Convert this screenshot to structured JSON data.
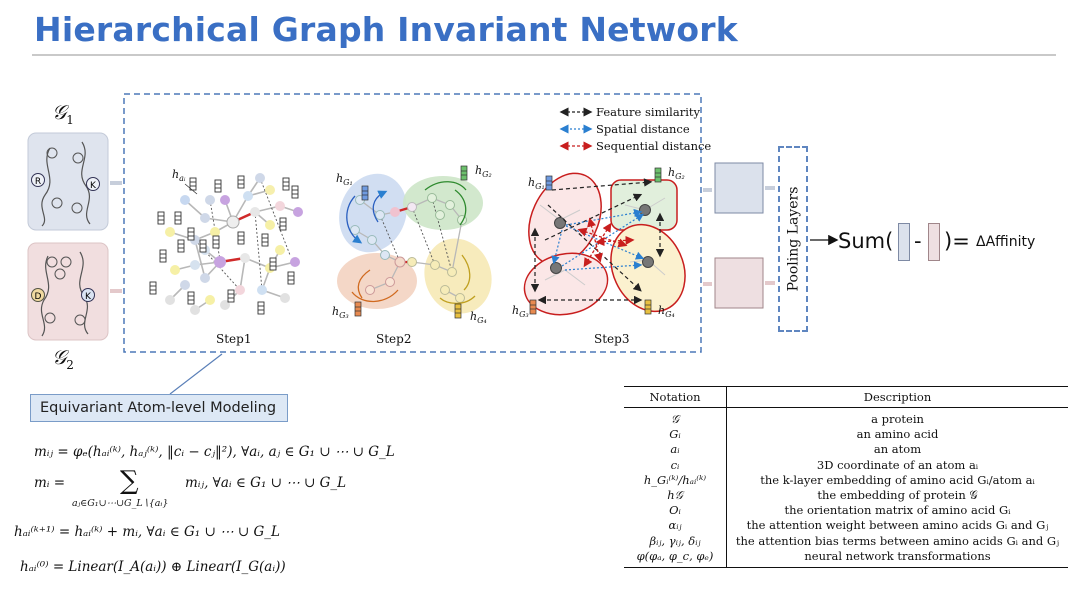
{
  "title": "Hierarchical Graph Invariant Network",
  "graphs": {
    "g1_label": "𝒢",
    "g1_sub": "1",
    "g2_label": "𝒢",
    "g2_sub": "2",
    "g1_residues": [
      "R",
      "K"
    ],
    "g2_residues": [
      "D",
      "K"
    ],
    "g1_color": "#dfe4ee",
    "g2_color": "#f1dedf"
  },
  "legend": {
    "feature": "Feature similarity",
    "spatial": "Spatial distance",
    "sequential": "Sequential distance"
  },
  "steps": {
    "step1": "Step1",
    "step2": "Step2",
    "step3": "Step3",
    "h_ai": "h",
    "h_ai_sub": "aᵢ",
    "h_g1": "h",
    "h_g1_sub": "G₁",
    "h_g2": "h",
    "h_g2_sub": "G₂",
    "h_g3": "h",
    "h_g3_sub": "G₃",
    "h_g4": "h",
    "h_g4_sub": "G₄"
  },
  "pooling": {
    "label": "Pooling Layers"
  },
  "result": {
    "sum": "Sum(",
    "minus": "-",
    "close": ")=",
    "affinity": "ΔAffinity"
  },
  "callout": "Equivariant Atom-level Modeling",
  "equations": {
    "eq1": "mᵢⱼ = φₑ(hₐᵢ⁽ᵏ⁾, hₐⱼ⁽ᵏ⁾, ‖cᵢ − cⱼ‖²), ∀aᵢ, aⱼ ∈ G₁ ∪ ⋯ ∪ G_L",
    "eq2_lhs": "mᵢ =",
    "eq2_sum": "∑",
    "eq2_under": "aⱼ∈G₁∪⋯∪G_L∖{aᵢ}",
    "eq2_rhs": "mᵢⱼ, ∀aᵢ ∈ G₁ ∪ ⋯ ∪ G_L",
    "eq3": "hₐᵢ⁽ᵏ⁺¹⁾ = hₐᵢ⁽ᵏ⁾ + mᵢ, ∀aᵢ ∈ G₁ ∪ ⋯ ∪ G_L",
    "eq4": "hₐᵢ⁽⁰⁾ = Linear(I_A(aᵢ)) ⊕ Linear(I_G(aᵢ))"
  },
  "table": {
    "headers": [
      "Notation",
      "Description"
    ],
    "rows": [
      [
        "𝒢",
        "a protein"
      ],
      [
        "Gᵢ",
        "an amino acid"
      ],
      [
        "aᵢ",
        "an atom"
      ],
      [
        "cᵢ",
        "3D coordinate of an atom aᵢ"
      ],
      [
        "h_Gᵢ⁽ᵏ⁾/hₐᵢ⁽ᵏ⁾",
        "the k-layer embedding of amino acid Gᵢ/atom aᵢ"
      ],
      [
        "h𝒢",
        "the embedding of protein 𝒢"
      ],
      [
        "Oᵢ",
        "the orientation matrix of amino acid Gᵢ"
      ],
      [
        "αᵢⱼ",
        "the attention weight between amino acids Gᵢ and Gⱼ"
      ],
      [
        "βᵢⱼ, γᵢⱼ, δᵢⱼ",
        "the attention bias terms between amino acids Gᵢ and Gⱼ"
      ],
      [
        "φ(φₐ, φ_c, φₑ)",
        "neural network transformations"
      ]
    ]
  }
}
